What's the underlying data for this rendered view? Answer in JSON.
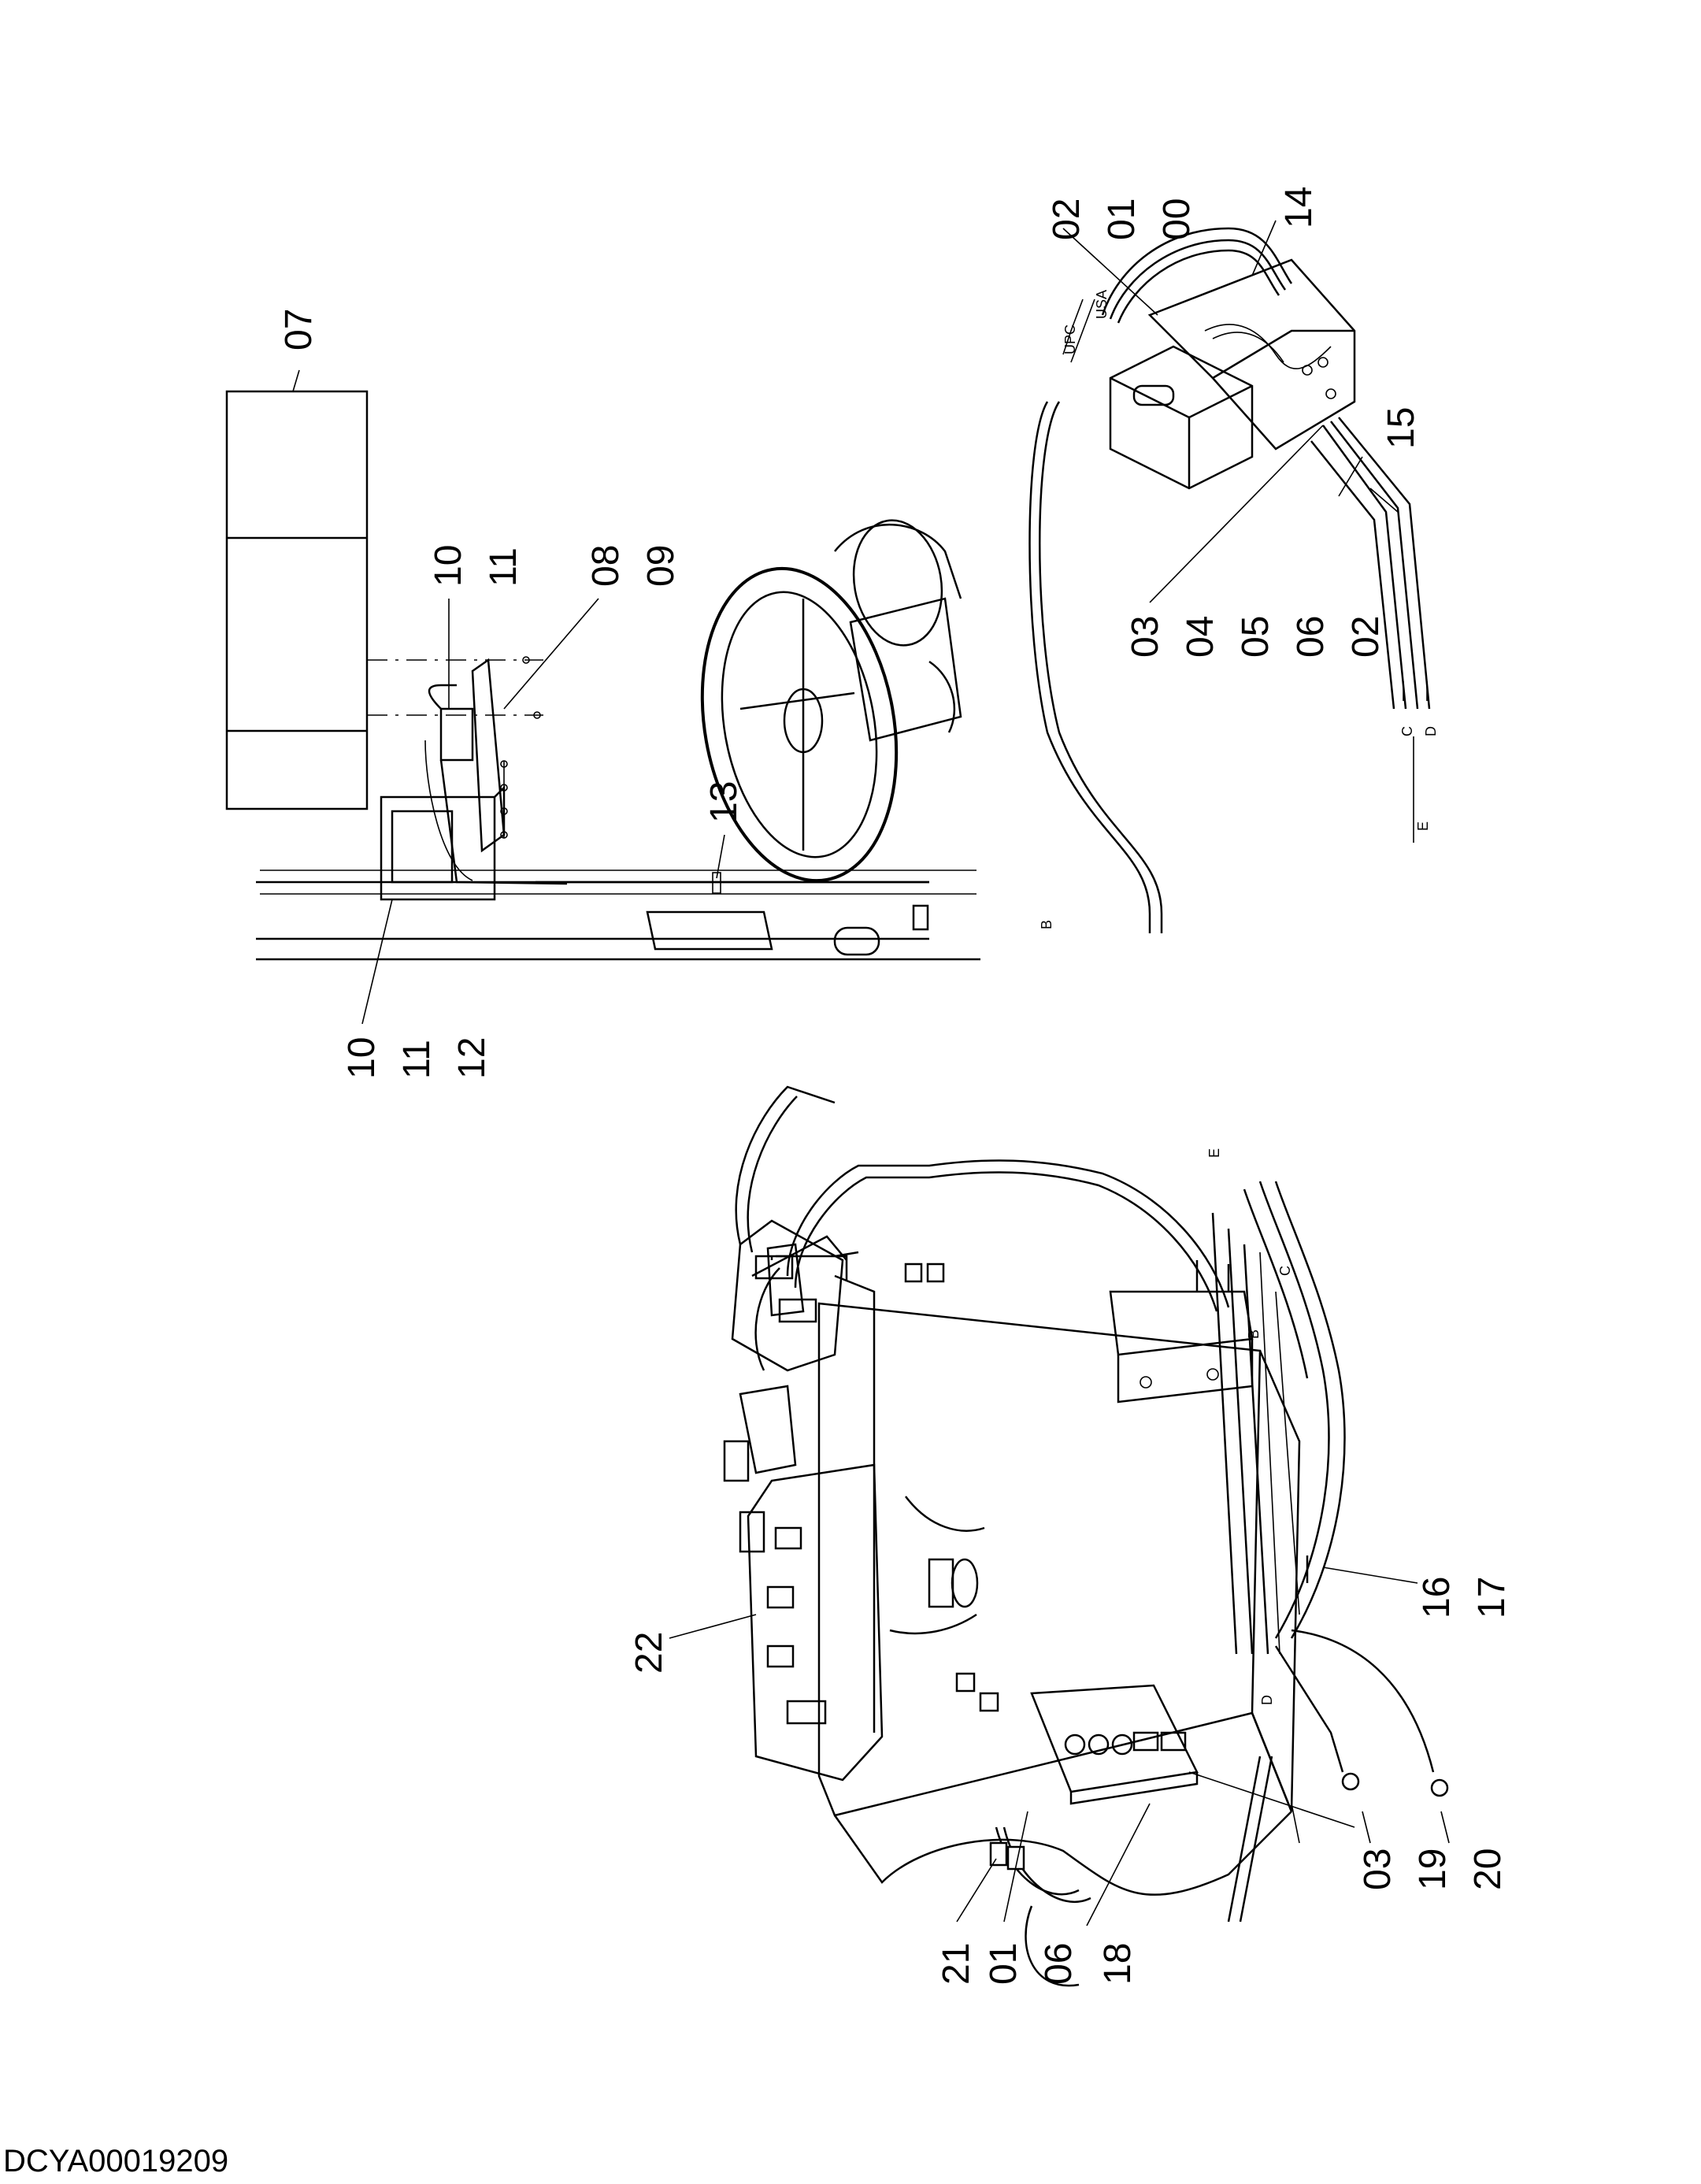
{
  "document_id": "DCYA00019209",
  "callouts": {
    "c07": "07",
    "c10_11_a": [
      "10",
      "11"
    ],
    "c08_09": [
      "08",
      "09"
    ],
    "c13": "13",
    "c10_11_12": [
      "10",
      "11",
      "12"
    ],
    "c02_01_00": [
      "02",
      "01",
      "00"
    ],
    "c14": "14",
    "c15": "15",
    "c03_04_05_06_02": [
      "03",
      "04",
      "05",
      "06",
      "02"
    ],
    "c22": "22",
    "c16_17": [
      "16",
      "17"
    ],
    "c03_19_20": [
      "03",
      "19",
      "20"
    ],
    "c21": "21",
    "c01_06": [
      "01",
      "06"
    ],
    "c18": "18"
  },
  "small_labels": {
    "upc": "UPC",
    "usa": "USA",
    "b_top": "B",
    "c_top": "C",
    "d_top": "D",
    "e_top": "E",
    "e_bottom": "E",
    "c_bottom": "C",
    "b_bottom": "B",
    "d_bottom": "D"
  }
}
